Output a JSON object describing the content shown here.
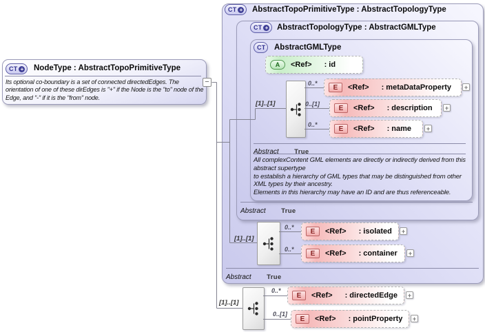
{
  "icons": {
    "complex_type": "CT",
    "attribute": "A",
    "element": "E",
    "plus": "+",
    "expand": "+",
    "collapse": "−"
  },
  "node_box": {
    "title": "NodeType : AbstractTopoPrimitiveType",
    "doc": "Its optional co-boundary is a set of connected directedEdges.  The orientation of one of these dirEdges is \"+\" if the Node is the \"to\" node of the Edge, and \"-\" if it is the \"from\" node."
  },
  "boxes": {
    "topo_primitive": {
      "title": "AbstractTopoPrimitiveType : AbstractTopologyType",
      "abstract_label": "Abstract",
      "abstract_value": "True"
    },
    "topology": {
      "title": "AbstractTopologyType : AbstractGMLType",
      "abstract_label": "Abstract",
      "abstract_value": "True"
    },
    "gml": {
      "title": "AbstractGMLType",
      "abstract_label": "Abstract",
      "abstract_value": "True",
      "comment": "All complexContent GML elements are directly or indirectly derived from this abstract supertype\nto establish a hierarchy of GML types that may be distinguished from other XML types by their ancestry.\nElements in this hierarchy may have an ID and are thus referenceable."
    }
  },
  "attribute_id": {
    "ref": "<Ref>",
    "name": ": id"
  },
  "groups": {
    "gml": {
      "cardinality": "[1]..[1]",
      "elements": [
        {
          "occurs": "0..*",
          "ref": "<Ref>",
          "name": ": metaDataProperty"
        },
        {
          "occurs": "0..[1]",
          "ref": "<Ref>",
          "name": ": description"
        },
        {
          "occurs": "0..*",
          "ref": "<Ref>",
          "name": ": name"
        }
      ]
    },
    "topo": {
      "cardinality": "[1]..[1]",
      "elements": [
        {
          "occurs": "0..*",
          "ref": "<Ref>",
          "name": ": isolated"
        },
        {
          "occurs": "0..*",
          "ref": "<Ref>",
          "name": ": container"
        }
      ]
    },
    "node": {
      "cardinality": "[1]..[1]",
      "elements": [
        {
          "occurs": "0..*",
          "ref": "<Ref>",
          "name": ": directedEdge"
        },
        {
          "occurs": "0..[1]",
          "ref": "<Ref>",
          "name": ": pointProperty"
        }
      ]
    }
  }
}
